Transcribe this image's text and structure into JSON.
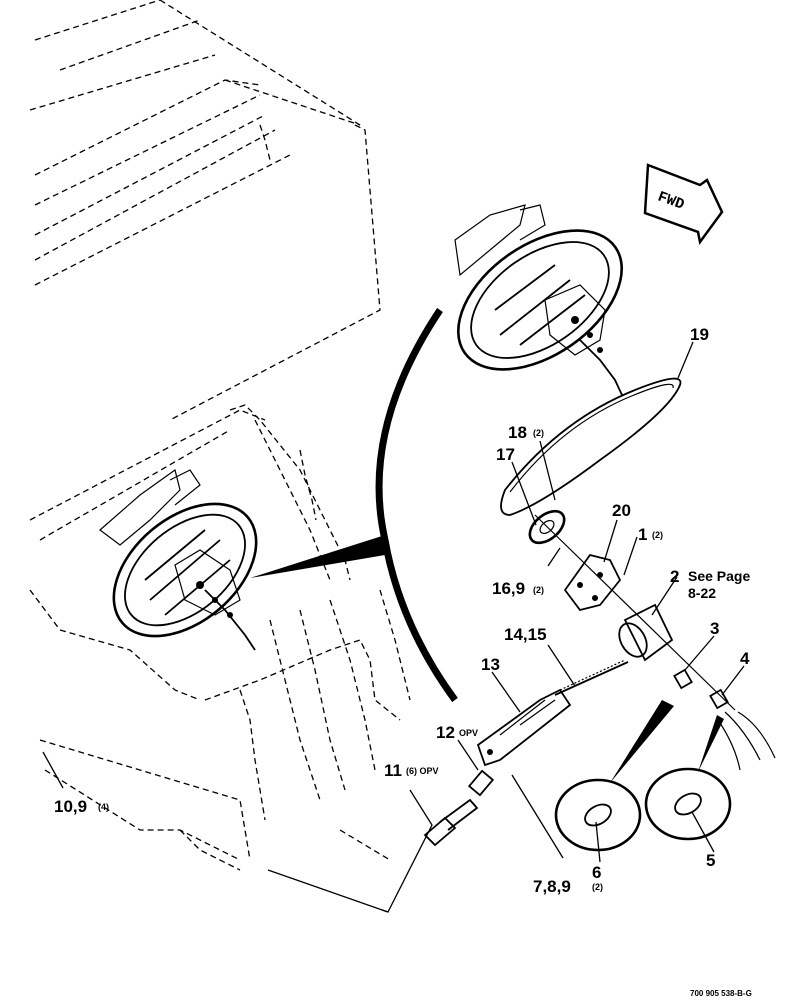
{
  "direction_arrow": {
    "text": "FWD"
  },
  "callouts": [
    {
      "id": "c19",
      "num": "19",
      "qty": "",
      "note": "",
      "note2": ""
    },
    {
      "id": "c18",
      "num": "18",
      "qty": "(2)",
      "note": "",
      "note2": ""
    },
    {
      "id": "c17",
      "num": "17",
      "qty": "",
      "note": "",
      "note2": ""
    },
    {
      "id": "c20",
      "num": "20",
      "qty": "",
      "note": "",
      "note2": ""
    },
    {
      "id": "c1",
      "num": "1",
      "qty": "(2)",
      "note": "",
      "note2": ""
    },
    {
      "id": "c2",
      "num": "2",
      "qty": "",
      "note": "See Page",
      "note2": "8-22"
    },
    {
      "id": "c16",
      "num": "16,9",
      "qty": "(2)",
      "note": "",
      "note2": ""
    },
    {
      "id": "c3",
      "num": "3",
      "qty": "",
      "note": "",
      "note2": ""
    },
    {
      "id": "c4",
      "num": "4",
      "qty": "",
      "note": "",
      "note2": ""
    },
    {
      "id": "c14",
      "num": "14,15",
      "qty": "",
      "note": "",
      "note2": ""
    },
    {
      "id": "c13",
      "num": "13",
      "qty": "",
      "note": "",
      "note2": ""
    },
    {
      "id": "c12",
      "num": "12",
      "qty": "OPV",
      "note": "",
      "note2": ""
    },
    {
      "id": "c11",
      "num": "11",
      "qty": "(6) OPV",
      "note": "",
      "note2": ""
    },
    {
      "id": "c10",
      "num": "10,9",
      "qty": "(4)",
      "note": "",
      "note2": ""
    },
    {
      "id": "c6",
      "num": "6",
      "qty": "",
      "note": "",
      "note2": ""
    },
    {
      "id": "c5",
      "num": "5",
      "qty": "",
      "note": "",
      "note2": ""
    },
    {
      "id": "c7",
      "num": "7,8,9",
      "qty": "(2)",
      "note": "",
      "note2": ""
    }
  ],
  "footer": {
    "drawing_number": "700 905 538-B-G"
  }
}
